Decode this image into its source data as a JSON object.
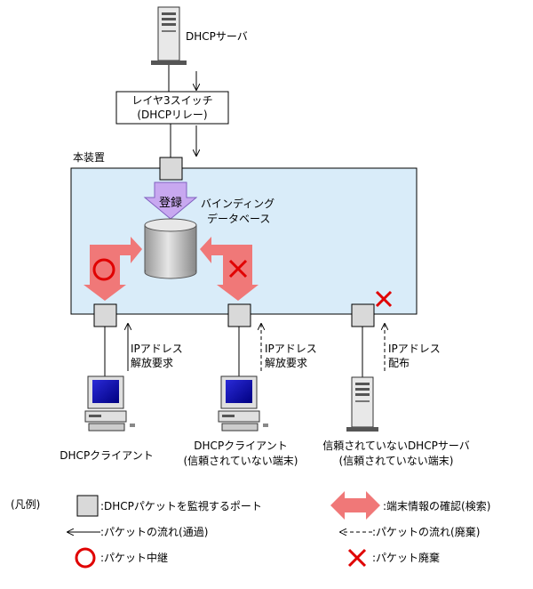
{
  "nodes": {
    "dhcp_server": "DHCPサーバ",
    "l3_switch": [
      "レイヤ3スイッチ",
      "(DHCPリレー)"
    ],
    "device": "本装置",
    "binding_db": [
      "バインディング",
      "データベース"
    ],
    "register": "登録",
    "client1": "DHCPクライアント",
    "client2": [
      "DHCPクライアント",
      "(信頼されていない端末)"
    ],
    "rogue_server": [
      "信頼されていないDHCPサーバ",
      "(信頼されていない端末)"
    ]
  },
  "messages": {
    "release1": [
      "IPアドレス",
      "解放要求"
    ],
    "release2": [
      "IPアドレス",
      "解放要求"
    ],
    "distribute": [
      "IPアドレス",
      "配布"
    ]
  },
  "legend": {
    "title": "(凡例)",
    "port": ":DHCPパケットを監視するポート",
    "check": ":端末情報の確認(検索)",
    "flow_pass": ":パケットの流れ(通過)",
    "flow_drop": ":パケットの流れ(廃棄)",
    "relay": ":パケット中継",
    "discard": ":パケット廃棄"
  },
  "colors": {
    "device_fill": "#d9ecf9",
    "port_fill": "#d9d9d9",
    "check_arrow": "#f07878",
    "register_arrow": "#c8a8f0",
    "relay_circle": "#e00000",
    "discard_cross": "#e00000"
  }
}
